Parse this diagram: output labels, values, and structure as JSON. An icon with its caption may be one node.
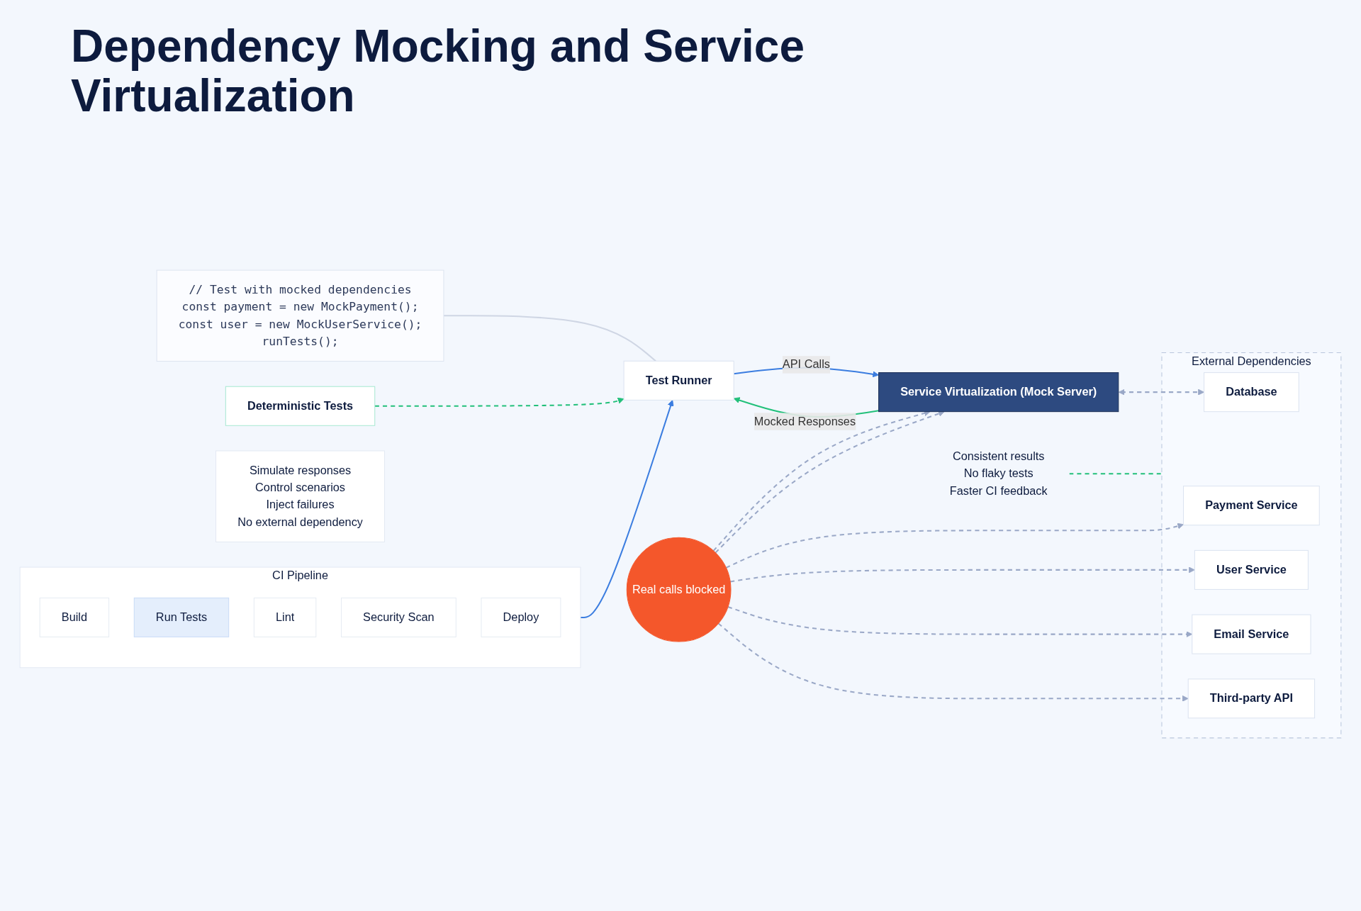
{
  "diagram": {
    "title": "Dependency Mocking and Service Virtualization",
    "nodes": [
      {
        "text": [
          "CI Pipeline"
        ]
      },
      {
        "text": [
          "Build"
        ],
        "in": 0
      },
      {
        "text": [
          "Run Tests"
        ],
        "in": 0
      },
      {
        "text": [
          "Lint"
        ],
        "in": 0
      },
      {
        "text": [
          "Security Scan"
        ],
        "in": 0
      },
      {
        "text": [
          "Deploy"
        ],
        "in": 0
      },
      {
        "text": [
          "// Test with mocked dependencies",
          "const payment = new MockPayment();",
          "const user = new MockUserService();",
          "runTests();"
        ]
      },
      {
        "text": [
          "Test Runner"
        ]
      },
      {
        "text": [
          "Service Virtualization (Mock Server)"
        ]
      },
      {
        "text": [
          "Simulate responses",
          "Control scenarios",
          "Inject failures",
          "No external dependency"
        ]
      },
      {
        "text": [
          "Real calls blocked"
        ]
      },
      {
        "text": [
          "External Dependencies"
        ]
      },
      {
        "text": [
          "Payment Service"
        ],
        "in": 11
      },
      {
        "text": [
          "User Service"
        ],
        "in": 11
      },
      {
        "text": [
          "Email Service"
        ],
        "in": 11
      },
      {
        "text": [
          "Third-party API"
        ],
        "in": 11
      },
      {
        "text": [
          "Database"
        ],
        "in": 11
      },
      {
        "text": [
          "Deterministic Tests"
        ]
      },
      {
        "text": [
          "Consistent results",
          "No flaky tests",
          "Faster CI feedback"
        ]
      }
    ],
    "edges": [
      {
        "from": 0,
        "to": 7,
        "arrow": "to",
        "color": "#3b7de0"
      },
      {
        "from": 6,
        "to": 7,
        "arrow": "none",
        "color": "#cfd6e4"
      },
      {
        "from": 7,
        "to": 8,
        "label": "API Calls",
        "arrow": "to",
        "color": "#3b7de0"
      },
      {
        "from": 8,
        "to": 7,
        "label": "Mocked Responses",
        "arrow": "to",
        "color": "#22c07a"
      },
      {
        "from": 10,
        "to": 8,
        "arrow": "to",
        "style": "dashed"
      },
      {
        "from": 10,
        "to": 8,
        "arrow": "to",
        "style": "dashed"
      },
      {
        "from": 10,
        "to": 12,
        "arrow": "to",
        "style": "dashed"
      },
      {
        "from": 10,
        "to": 13,
        "arrow": "to",
        "style": "dashed"
      },
      {
        "from": 10,
        "to": 14,
        "arrow": "to",
        "style": "dashed"
      },
      {
        "from": 10,
        "to": 15,
        "arrow": "to",
        "style": "dashed"
      },
      {
        "from": 8,
        "to": 16,
        "arrow": "both",
        "style": "dashed"
      },
      {
        "from": 17,
        "to": 7,
        "arrow": "to",
        "style": "dashed",
        "color": "#22c07a"
      },
      {
        "from": 18,
        "to": 11,
        "arrow": "none",
        "style": "dashed",
        "color": "#22c07a"
      }
    ]
  }
}
